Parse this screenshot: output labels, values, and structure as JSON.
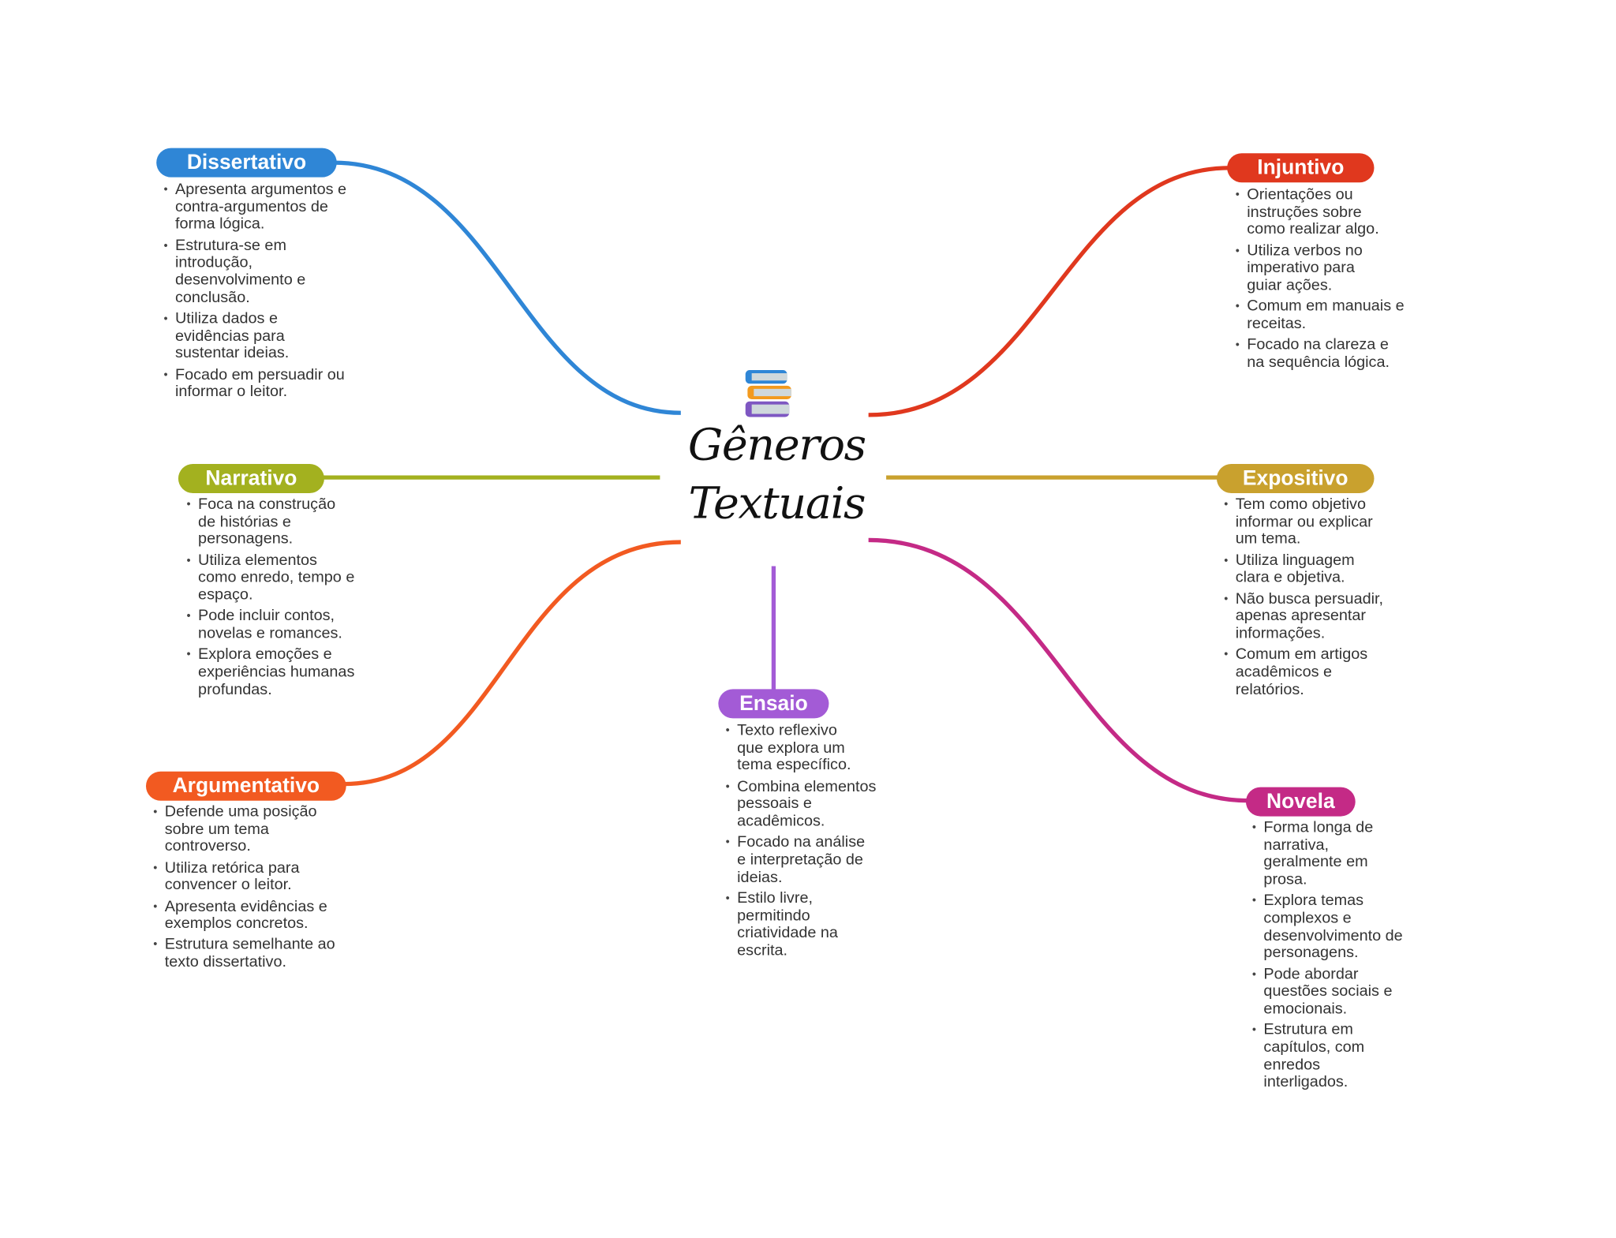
{
  "center": {
    "title_line1": "Gêneros",
    "title_line2": "Textuais",
    "icon": "books-stack-icon"
  },
  "branches": {
    "dissertativo": {
      "label": "Dissertativo",
      "color": "#2f86d6",
      "items": [
        "Apresenta argumentos e\ncontra-argumentos de\nforma lógica.",
        "Estrutura-se em\nintrodução,\ndesenvolvimento e\nconclusão.",
        "Utiliza dados e\nevidências para\nsustentar ideias.",
        "Focado em persuadir ou\ninformar o leitor."
      ]
    },
    "injuntivo": {
      "label": "Injuntivo",
      "color": "#e0381e",
      "items": [
        "Orientações ou\ninstruções sobre\ncomo realizar algo.",
        "Utiliza verbos no\nimperativo para\nguiar ações.",
        "Comum em manuais e\nreceitas.",
        "Focado na clareza e\nna sequência lógica."
      ]
    },
    "narrativo": {
      "label": "Narrativo",
      "color": "#a3b11f",
      "items": [
        "Foca na construção\nde histórias e\npersonagens.",
        "Utiliza elementos\ncomo enredo, tempo e\nespaço.",
        "Pode incluir contos,\nnovelas e romances.",
        "Explora emoções e\nexperiências humanas\nprofundas."
      ]
    },
    "expositivo": {
      "label": "Expositivo",
      "color": "#c9a12e",
      "items": [
        "Tem como objetivo\ninformar ou explicar\num tema.",
        "Utiliza linguagem\nclara e objetiva.",
        "Não busca persuadir,\napenas apresentar\ninformações.",
        "Comum em artigos\nacadêmicos e\nrelatórios."
      ]
    },
    "argumentativo": {
      "label": "Argumentativo",
      "color": "#f25a21",
      "items": [
        "Defende uma posição\nsobre um tema\ncontroverso.",
        "Utiliza retórica para\nconvencer o leitor.",
        "Apresenta evidências e\nexemplos concretos.",
        "Estrutura semelhante ao\ntexto dissertativo."
      ]
    },
    "ensaio": {
      "label": "Ensaio",
      "color": "#a35bd6",
      "items": [
        "Texto reflexivo\nque explora um\ntema específico.",
        "Combina elementos\npessoais e\nacadêmicos.",
        "Focado na análise\ne interpretação de\nideias.",
        "Estilo livre,\npermitindo\ncriatividade na\nescrita."
      ]
    },
    "novela": {
      "label": "Novela",
      "color": "#c42a86",
      "items": [
        "Forma longa de\nnarrativa,\ngeralmente em\nprosa.",
        "Explora temas\ncomplexos e\ndesenvolvimento de\npersonagens.",
        "Pode abordar\nquestões sociais e\nemocionais.",
        "Estrutura em\ncapítulos, com\nenredos\ninterligados."
      ]
    }
  }
}
